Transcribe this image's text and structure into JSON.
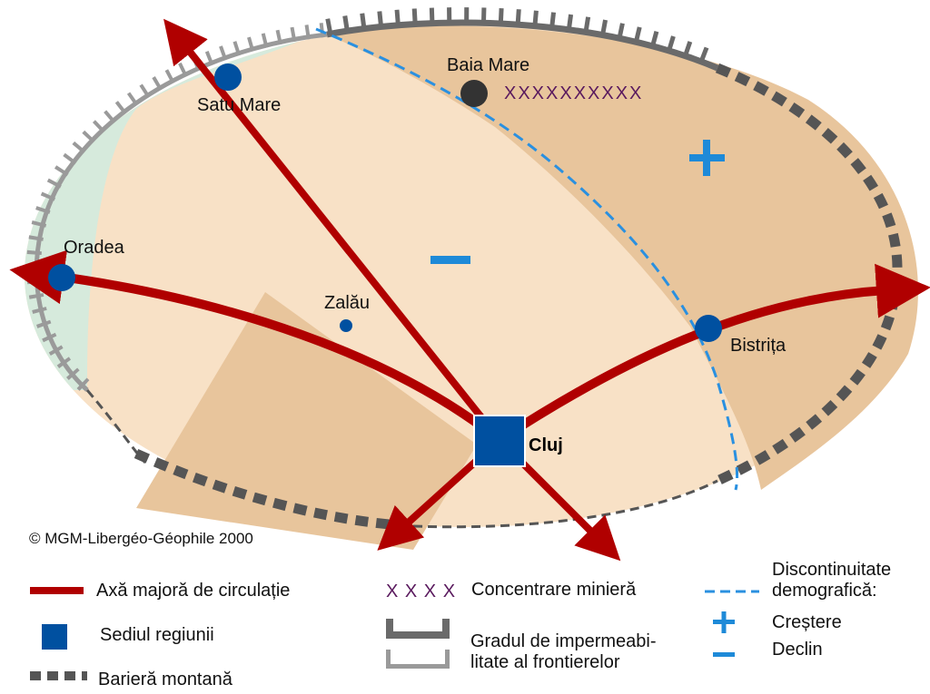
{
  "map": {
    "cities": {
      "baia_mare": "Baia Mare",
      "satu_mare": "Satu Mare",
      "oradea": "Oradea",
      "zalau": "Zalău",
      "bistrita": "Bistrița",
      "cluj": "Cluj"
    },
    "mining_marks": "XXXXXXXXXX",
    "growth_symbol": "+",
    "decline_symbol": "–"
  },
  "copyright": "© MGM-Libergéo-Géophile 2000",
  "legend": {
    "axis": "Axă majoră de circulație",
    "seat": "Sediul regiunii",
    "barrier": "Barieră montană",
    "mining_symbol": "X X X X",
    "mining": "Concentrare minieră",
    "frontier_line1": "Gradul de impermeabi-",
    "frontier_line2": "litate al frontierelor",
    "discontinuity_line1": "Discontinuitate",
    "discontinuity_line2": "demografică:",
    "growth": "Creștere",
    "decline": "Declin"
  },
  "colors": {
    "axis_red": "#b00000",
    "seat_blue": "#0050a0",
    "growth_blue": "#1e8ad8",
    "dashed_blue": "#2a90e0",
    "green_zone": "#d6eadc",
    "light_zone": "#f8e1c6",
    "tan_zone": "#e8c59c",
    "frontier_dark": "#6a6a6a",
    "frontier_light": "#9a9a9a",
    "barrier_gray": "#555555"
  }
}
